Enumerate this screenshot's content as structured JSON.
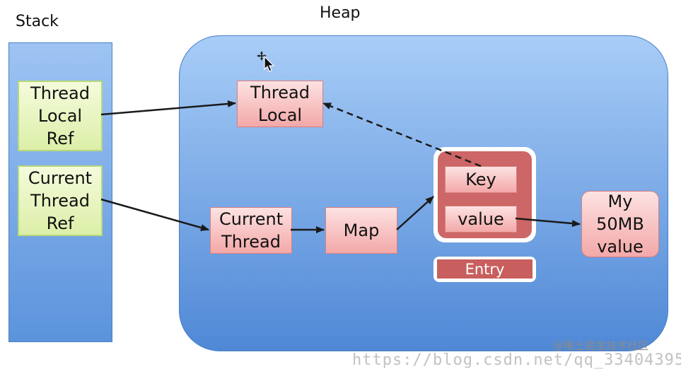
{
  "diagram": {
    "stack_title": "Stack",
    "heap_title": "Heap",
    "stack": {
      "thread_local_ref": "Thread Local Ref",
      "current_thread_ref": "Current Thread Ref"
    },
    "heap": {
      "thread_local": "Thread Local",
      "current_thread": "Current Thread",
      "map": "Map",
      "key": "Key",
      "value": "value",
      "entry": "Entry",
      "my_50mb_value": "My 50MB value"
    }
  },
  "watermark": {
    "source": "@稀土掘金技术社区",
    "url": "https://blog.csdn.net/qq_33404395"
  }
}
